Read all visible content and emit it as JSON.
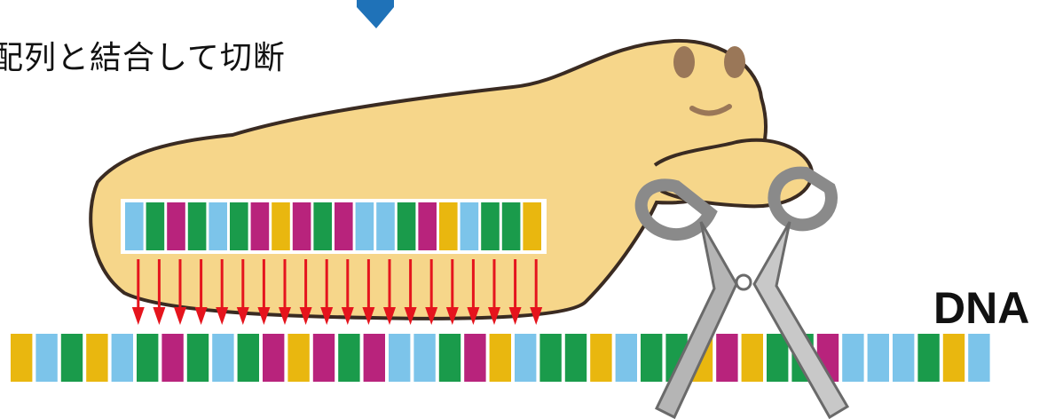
{
  "caption": "配列と結合して切断",
  "dna_label": "DNA",
  "colors": {
    "blue": "#7cc4ea",
    "green": "#1a9b4b",
    "magenta": "#b8237c",
    "yellow": "#e9b70f",
    "body": "#f6d68a",
    "outline": "#3a2b22",
    "arrow": "#e5141d",
    "down_arrow": "#1f72b8",
    "scissors": "#a9a9a9"
  },
  "guide_strand": [
    "blue",
    "green",
    "magenta",
    "green",
    "blue",
    "green",
    "magenta",
    "yellow",
    "magenta",
    "green",
    "magenta",
    "blue",
    "blue",
    "green",
    "magenta",
    "yellow",
    "blue",
    "green",
    "green",
    "yellow"
  ],
  "dna_strand": [
    "yellow",
    "blue",
    "green",
    "yellow",
    "blue",
    "green",
    "magenta",
    "green",
    "blue",
    "green",
    "magenta",
    "yellow",
    "magenta",
    "green",
    "magenta",
    "blue",
    "blue",
    "green",
    "magenta",
    "yellow",
    "blue",
    "green",
    "green",
    "yellow",
    "blue",
    "green",
    "green",
    "yellow",
    "magenta",
    "yellow",
    "green",
    "green",
    "magenta",
    "blue",
    "blue",
    "blue",
    "green",
    "yellow",
    "blue"
  ]
}
